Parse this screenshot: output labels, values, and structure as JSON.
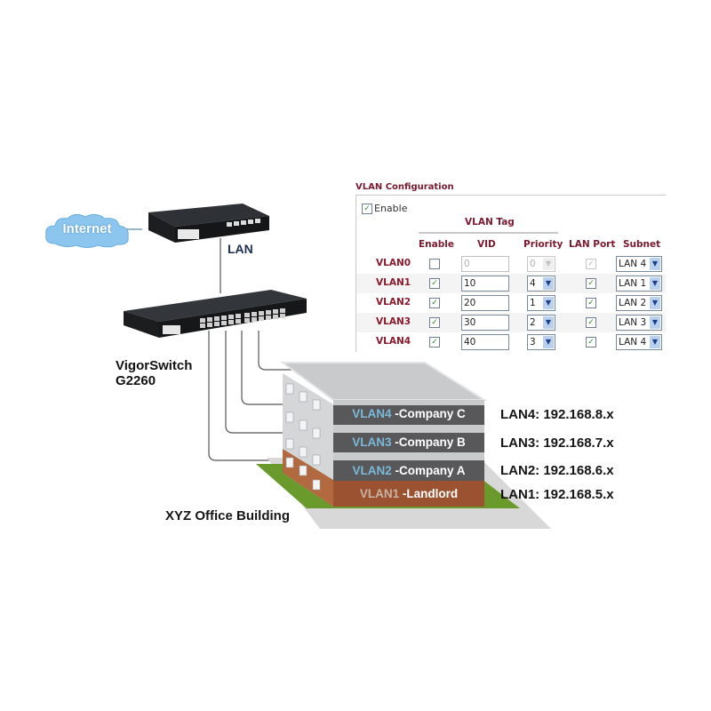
{
  "network": {
    "internet_label": "Internet",
    "router_lan_label": "LAN",
    "switch_name_line1": "VigorSwitch",
    "switch_name_line2": "G2260"
  },
  "vlan_config": {
    "title": "VLAN Configuration",
    "enable_label": "Enable",
    "enable_checked": true,
    "vlan_tag_label": "VLAN Tag",
    "columns": [
      "Enable",
      "VID",
      "Priority",
      "LAN Port",
      "Subnet"
    ],
    "rows": [
      {
        "name": "VLAN0",
        "enabled": false,
        "vid": "0",
        "priority": "0",
        "lan_port": true,
        "subnet": "LAN 4",
        "disabled": true
      },
      {
        "name": "VLAN1",
        "enabled": true,
        "vid": "10",
        "priority": "4",
        "lan_port": true,
        "subnet": "LAN 1",
        "disabled": false
      },
      {
        "name": "VLAN2",
        "enabled": true,
        "vid": "20",
        "priority": "1",
        "lan_port": true,
        "subnet": "LAN 2",
        "disabled": false
      },
      {
        "name": "VLAN3",
        "enabled": true,
        "vid": "30",
        "priority": "2",
        "lan_port": true,
        "subnet": "LAN 3",
        "disabled": false
      },
      {
        "name": "VLAN4",
        "enabled": true,
        "vid": "40",
        "priority": "3",
        "lan_port": true,
        "subnet": "LAN 4",
        "disabled": false
      }
    ]
  },
  "building": {
    "name": "XYZ Office Building",
    "floors": [
      {
        "vlan": "VLAN4",
        "tenant": "-Company C",
        "lan": "LAN4: 192.168.8.x",
        "color": "#58585a"
      },
      {
        "vlan": "VLAN3",
        "tenant": "-Company B",
        "lan": "LAN3: 192.168.7.x",
        "color": "#58585a"
      },
      {
        "vlan": "VLAN2",
        "tenant": "-Company A",
        "lan": "LAN2: 192.168.6.x",
        "color": "#58585a"
      },
      {
        "vlan": "VLAN1",
        "tenant": "-Landlord",
        "lan": "LAN1: 192.168.5.x",
        "color": "#9a5230"
      }
    ]
  },
  "colors": {
    "title_red": "#7a1a2e",
    "vlan_blue": "#7cb8d8",
    "ground_green": "#6a9a2c",
    "cloud_blue": "#8cc6ee"
  }
}
